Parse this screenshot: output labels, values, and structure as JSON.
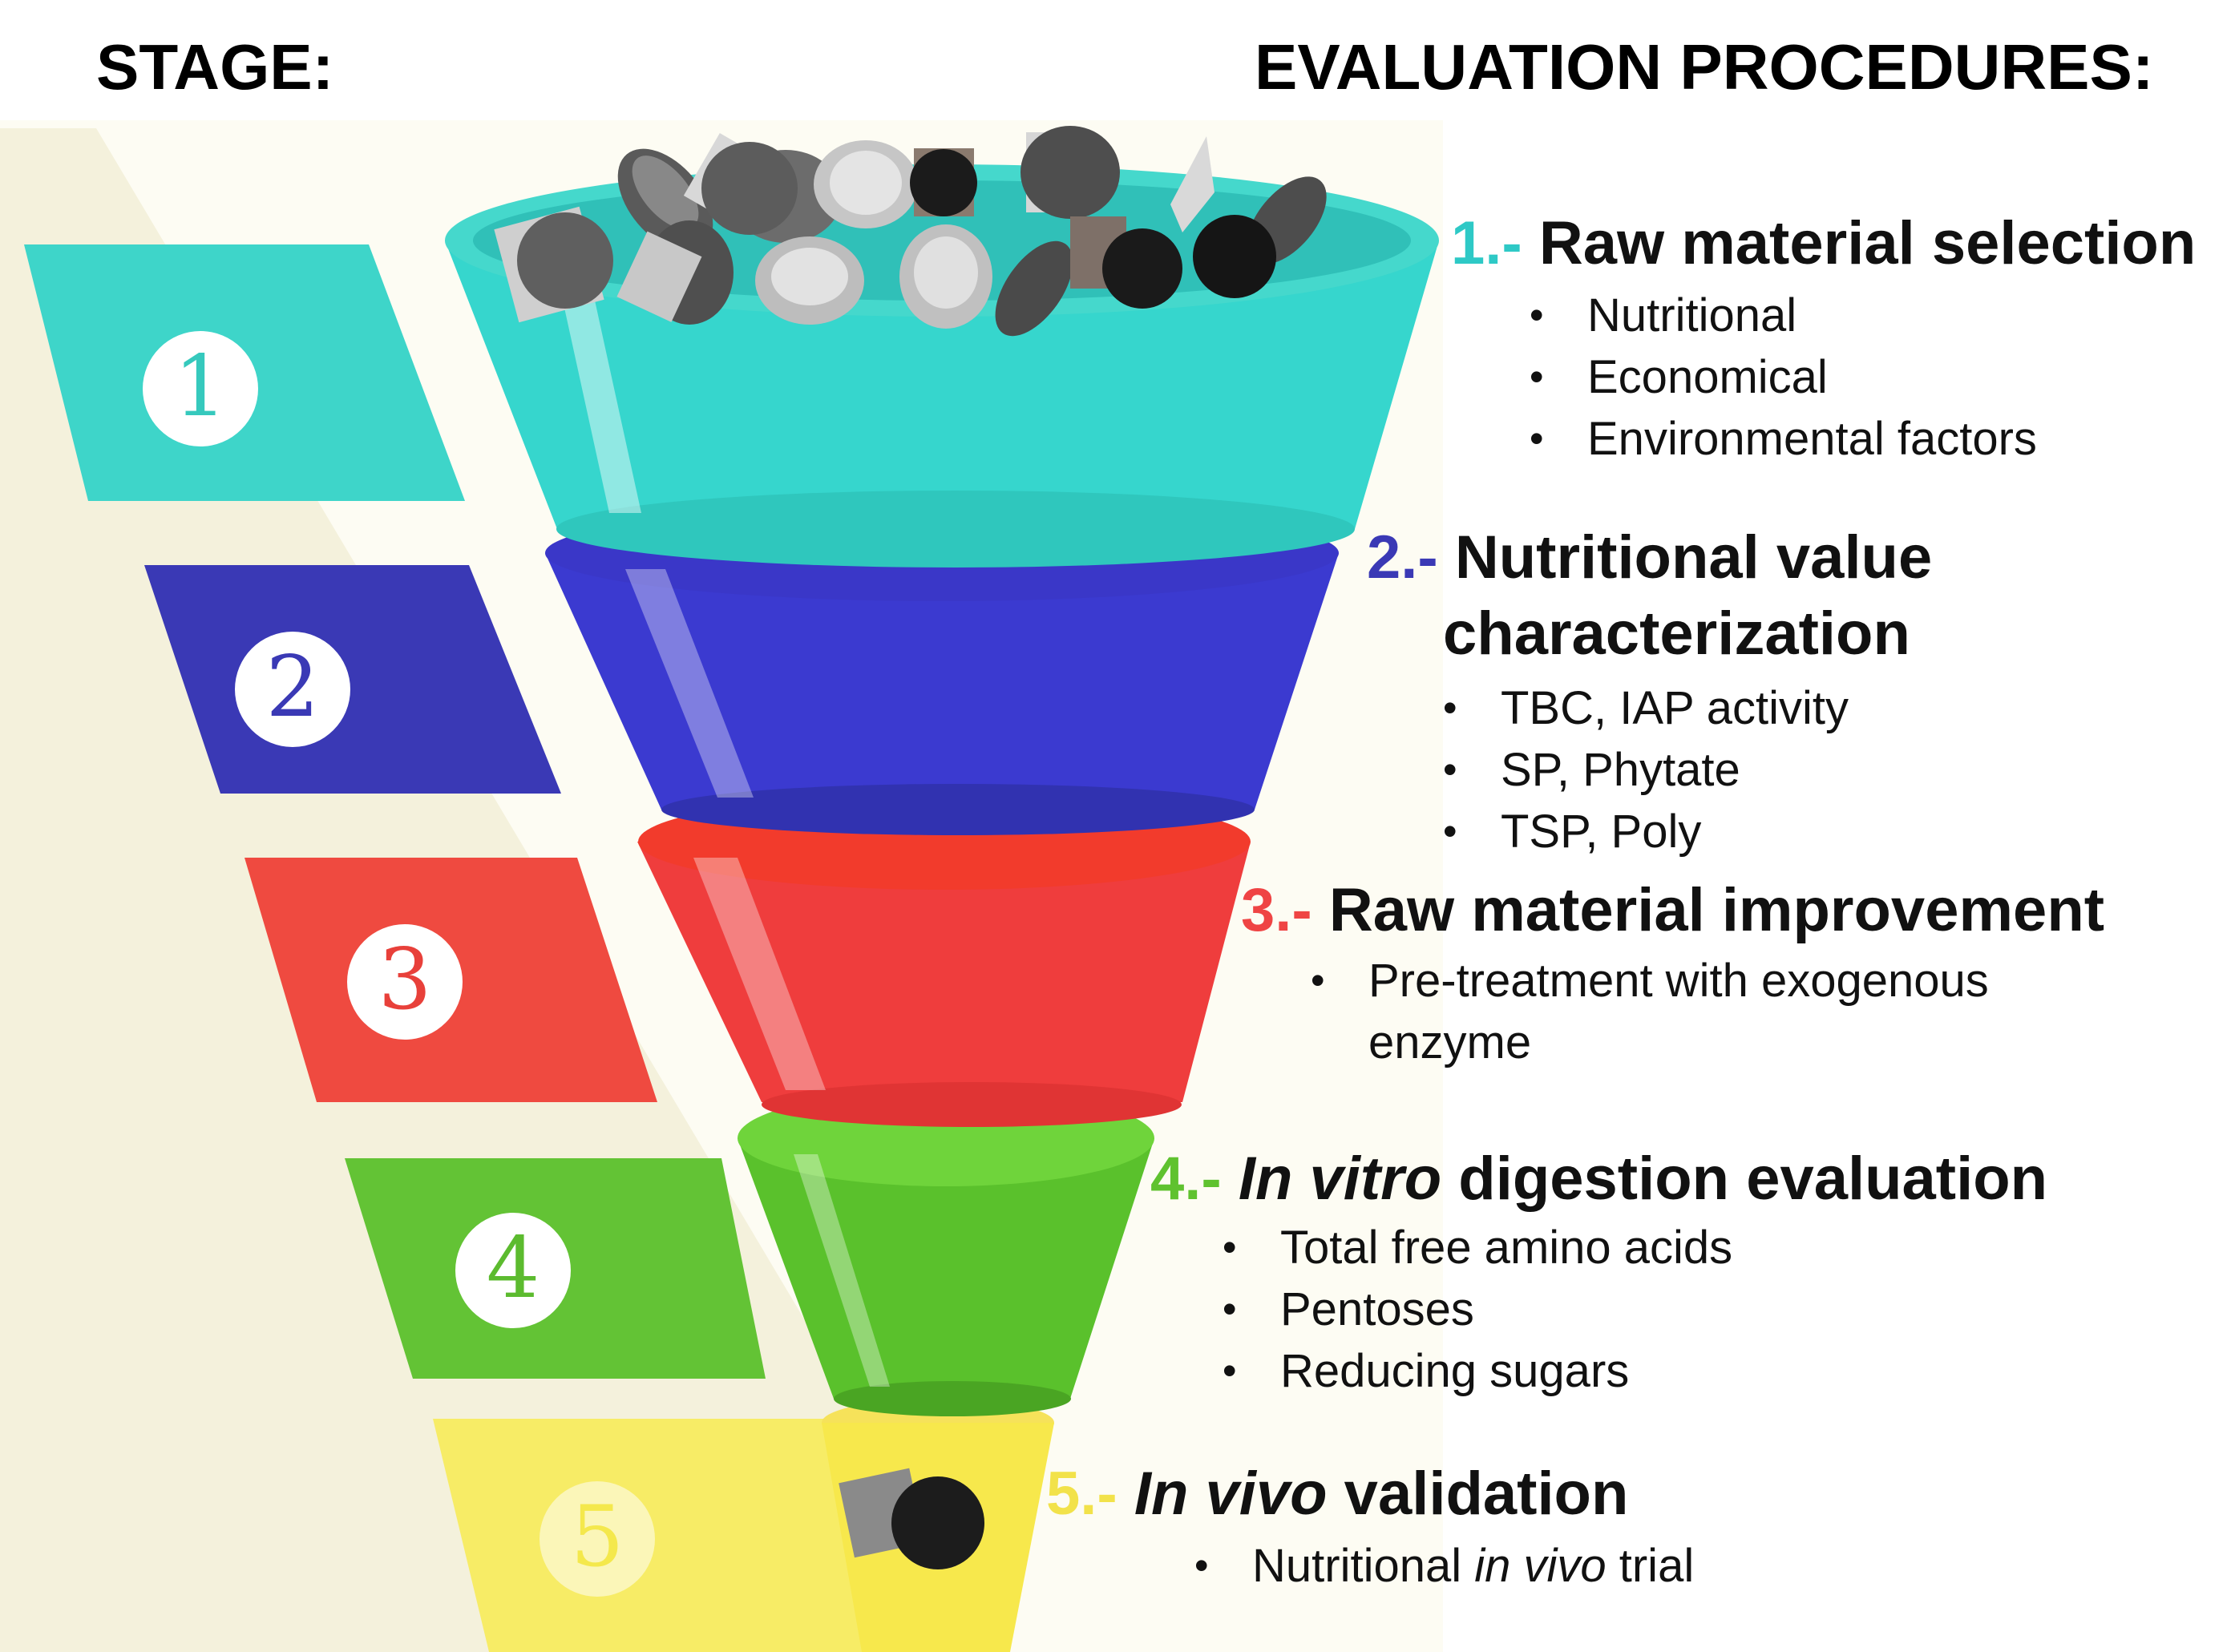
{
  "header": {
    "stage_label": "STAGE:",
    "procedures_label": "EVALUATION PROCEDURES:"
  },
  "stages": [
    {
      "number": "1",
      "prefix": "1.-",
      "title_plain": "Raw material selection",
      "title_italic": "",
      "color": "#36d4c8",
      "bullets": [
        "Nutritional",
        "Economical",
        "Environmental factors"
      ]
    },
    {
      "number": "2",
      "prefix": "2.-",
      "title_plain": "Nutritional value",
      "title_line2": "characterization",
      "title_italic": "",
      "color": "#3c3ab8",
      "bullets": [
        "TBC, IAP activity",
        "SP, Phytate",
        "TSP, Poly"
      ]
    },
    {
      "number": "3",
      "prefix": "3.-",
      "title_plain": "Raw material improvement",
      "title_italic": "",
      "color": "#f0433e",
      "bullets": [
        "Pre-treatment with exogenous",
        "enzyme"
      ]
    },
    {
      "number": "4",
      "prefix": "4.-",
      "title_italic": "In vitro",
      "title_plain": " digestion evaluation",
      "color": "#5ec431",
      "bullets": [
        "Total free amino acids",
        "Pentoses",
        "Reducing sugars"
      ]
    },
    {
      "number": "5",
      "prefix": "5.-",
      "title_italic": "In vivo",
      "title_plain": " validation",
      "color": "#f4e84c",
      "bullets_rich": {
        "before": "Nutritional ",
        "italic": "in vivo",
        "after": " trial"
      }
    }
  ],
  "icons": [
    "seed-pile-icon",
    "pellet-icon"
  ]
}
